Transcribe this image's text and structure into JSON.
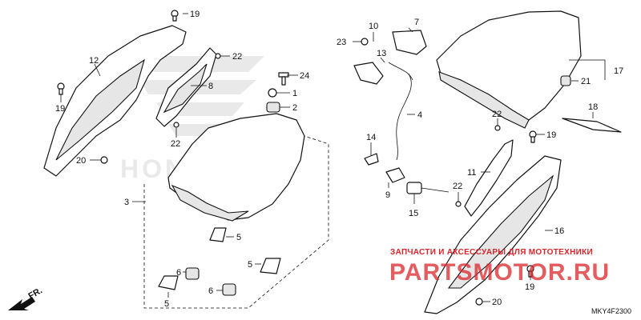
{
  "diagram_code": "MKY4F2300",
  "direction_label": "FR.",
  "watermark": {
    "tagline": "ЗАПЧАСТИ И АКСЕССУАРЫ ДЛЯ МОТОТЕХНИКИ",
    "brand": "PARTSMOTOR.RU",
    "accent_color": "#d9252a"
  },
  "background_logo": "HONDA",
  "callouts": [
    {
      "id": "c19a",
      "label": "19"
    },
    {
      "id": "c22a",
      "label": "22"
    },
    {
      "id": "c12",
      "label": "12"
    },
    {
      "id": "c8",
      "label": "8"
    },
    {
      "id": "c24",
      "label": "24"
    },
    {
      "id": "c1",
      "label": "1"
    },
    {
      "id": "c2",
      "label": "2"
    },
    {
      "id": "c19b",
      "label": "19"
    },
    {
      "id": "c22b",
      "label": "22"
    },
    {
      "id": "c20a",
      "label": "20"
    },
    {
      "id": "c3",
      "label": "3"
    },
    {
      "id": "c5a",
      "label": "5"
    },
    {
      "id": "c5b",
      "label": "5"
    },
    {
      "id": "c6a",
      "label": "6"
    },
    {
      "id": "c6b",
      "label": "6"
    },
    {
      "id": "c5c",
      "label": "5"
    },
    {
      "id": "c10",
      "label": "10"
    },
    {
      "id": "c7",
      "label": "7"
    },
    {
      "id": "c23",
      "label": "23"
    },
    {
      "id": "c13",
      "label": "13"
    },
    {
      "id": "c17",
      "label": "17"
    },
    {
      "id": "c21",
      "label": "21"
    },
    {
      "id": "c4",
      "label": "4"
    },
    {
      "id": "c18",
      "label": "18"
    },
    {
      "id": "c22c",
      "label": "22"
    },
    {
      "id": "c19c",
      "label": "19"
    },
    {
      "id": "c14",
      "label": "14"
    },
    {
      "id": "c11",
      "label": "11"
    },
    {
      "id": "c9",
      "label": "9"
    },
    {
      "id": "c22d",
      "label": "22"
    },
    {
      "id": "c15",
      "label": "15"
    },
    {
      "id": "c16",
      "label": "16"
    },
    {
      "id": "c19d",
      "label": "19"
    },
    {
      "id": "c20b",
      "label": "20"
    }
  ]
}
